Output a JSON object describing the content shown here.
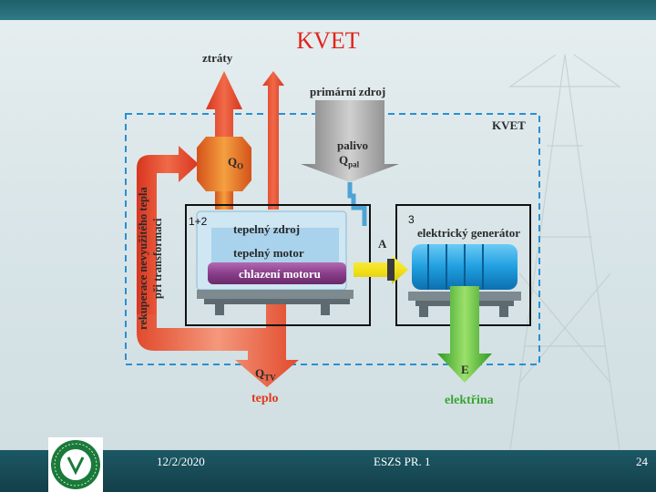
{
  "title": "KVET",
  "labels": {
    "ztraty": "ztráty",
    "primarni_zdroj": "primární zdroj",
    "kvet_box": "KVET",
    "palivo": "palivo",
    "q_pal_main": "Q",
    "q_pal_sub": "pal",
    "q_o_main": "Q",
    "q_o_sub": "O",
    "block_1_2": "1+2",
    "block_3": "3",
    "tepelny_zdroj": "tepelný zdroj",
    "tepelny_motor": "tepelný motor",
    "chlazeni_motoru": "chlazení motoru",
    "a_label": "A",
    "elektricky_generator": "elektrický generátor",
    "rekuperace_1": "rekuperace nevyužitého tepla",
    "rekuperace_2": "při transformaci",
    "q_tv_main": "Q",
    "q_tv_sub": "TV",
    "e_label": "E",
    "teplo": "teplo",
    "elektrina": "elektřina"
  },
  "logo_text": "ELEKTROTECHNICKÁ FAKULTA ZČU PLZEŇ",
  "footer": {
    "date": "12/2/2020",
    "course": "ESZS PR. 1",
    "page": "24"
  },
  "colors": {
    "title": "#e0231a",
    "loss_flow": "#e8543a",
    "heat_flow": "#e66a4e",
    "fuel_flow": "#9a9a9a",
    "mechanical_flow": "#f3e21a",
    "electric_flow": "#3fae2a",
    "generator": "#1f9fe0",
    "cooling": "#8a3e8a",
    "footer_bar": "#1c5865"
  }
}
